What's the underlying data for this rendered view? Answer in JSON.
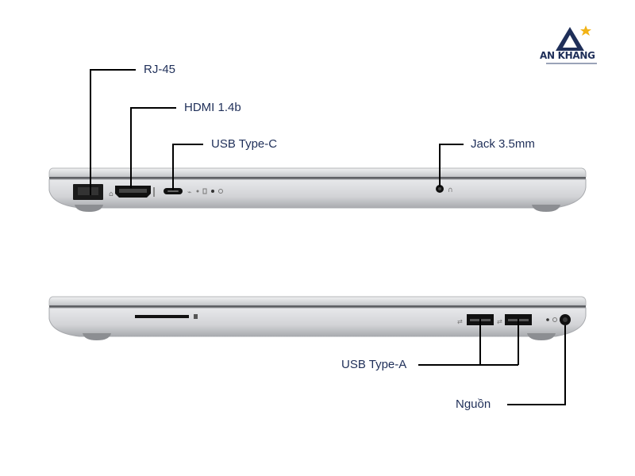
{
  "brand": {
    "name": "AN KHANG"
  },
  "top_view": {
    "labels": {
      "rj45": "RJ-45",
      "hdmi": "HDMI 1.4b",
      "usbc": "USB Type-C",
      "jack": "Jack 3.5mm"
    }
  },
  "bottom_view": {
    "labels": {
      "usba": "USB Type-A",
      "power": "Nguồn"
    }
  },
  "colors": {
    "label_text": "#1f2f59",
    "callout_line": "#000000",
    "chassis_light": "#e6e7e9",
    "chassis_mid": "#c9cacd",
    "chassis_dark": "#9c9ea2",
    "port_black": "#111111",
    "logo_star": "#f2b316"
  }
}
